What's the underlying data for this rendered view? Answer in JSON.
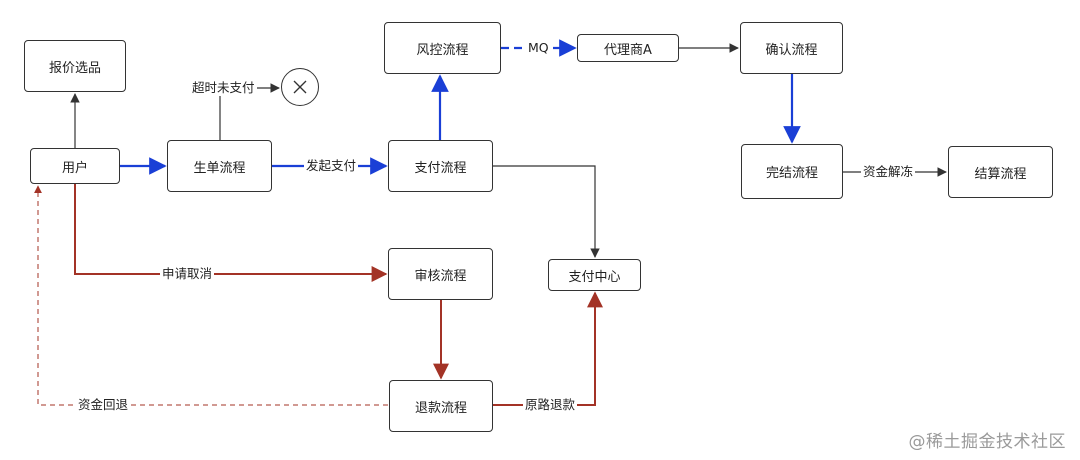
{
  "colors": {
    "black_edge": "#333333",
    "blue_edge": "#1a3fd6",
    "red_edge": "#a33326"
  },
  "nodes": {
    "quote": "报价选品",
    "user": "用户",
    "order": "生单流程",
    "risk": "风控流程",
    "agent": "代理商A",
    "confirm": "确认流程",
    "pay": "支付流程",
    "complete": "完结流程",
    "settle": "结算流程",
    "paycenter": "支付中心",
    "audit": "审核流程",
    "refund": "退款流程"
  },
  "edges": {
    "timeout": "超时未支付",
    "initiate_pay": "发起支付",
    "mq": "MQ",
    "unfreeze": "资金解冻",
    "apply_cancel": "申请取消",
    "fund_return": "资金回退",
    "original_refund": "原路退款"
  },
  "icons": {
    "terminate": "cross-circle-icon"
  },
  "watermark": "@稀土掘金技术社区"
}
